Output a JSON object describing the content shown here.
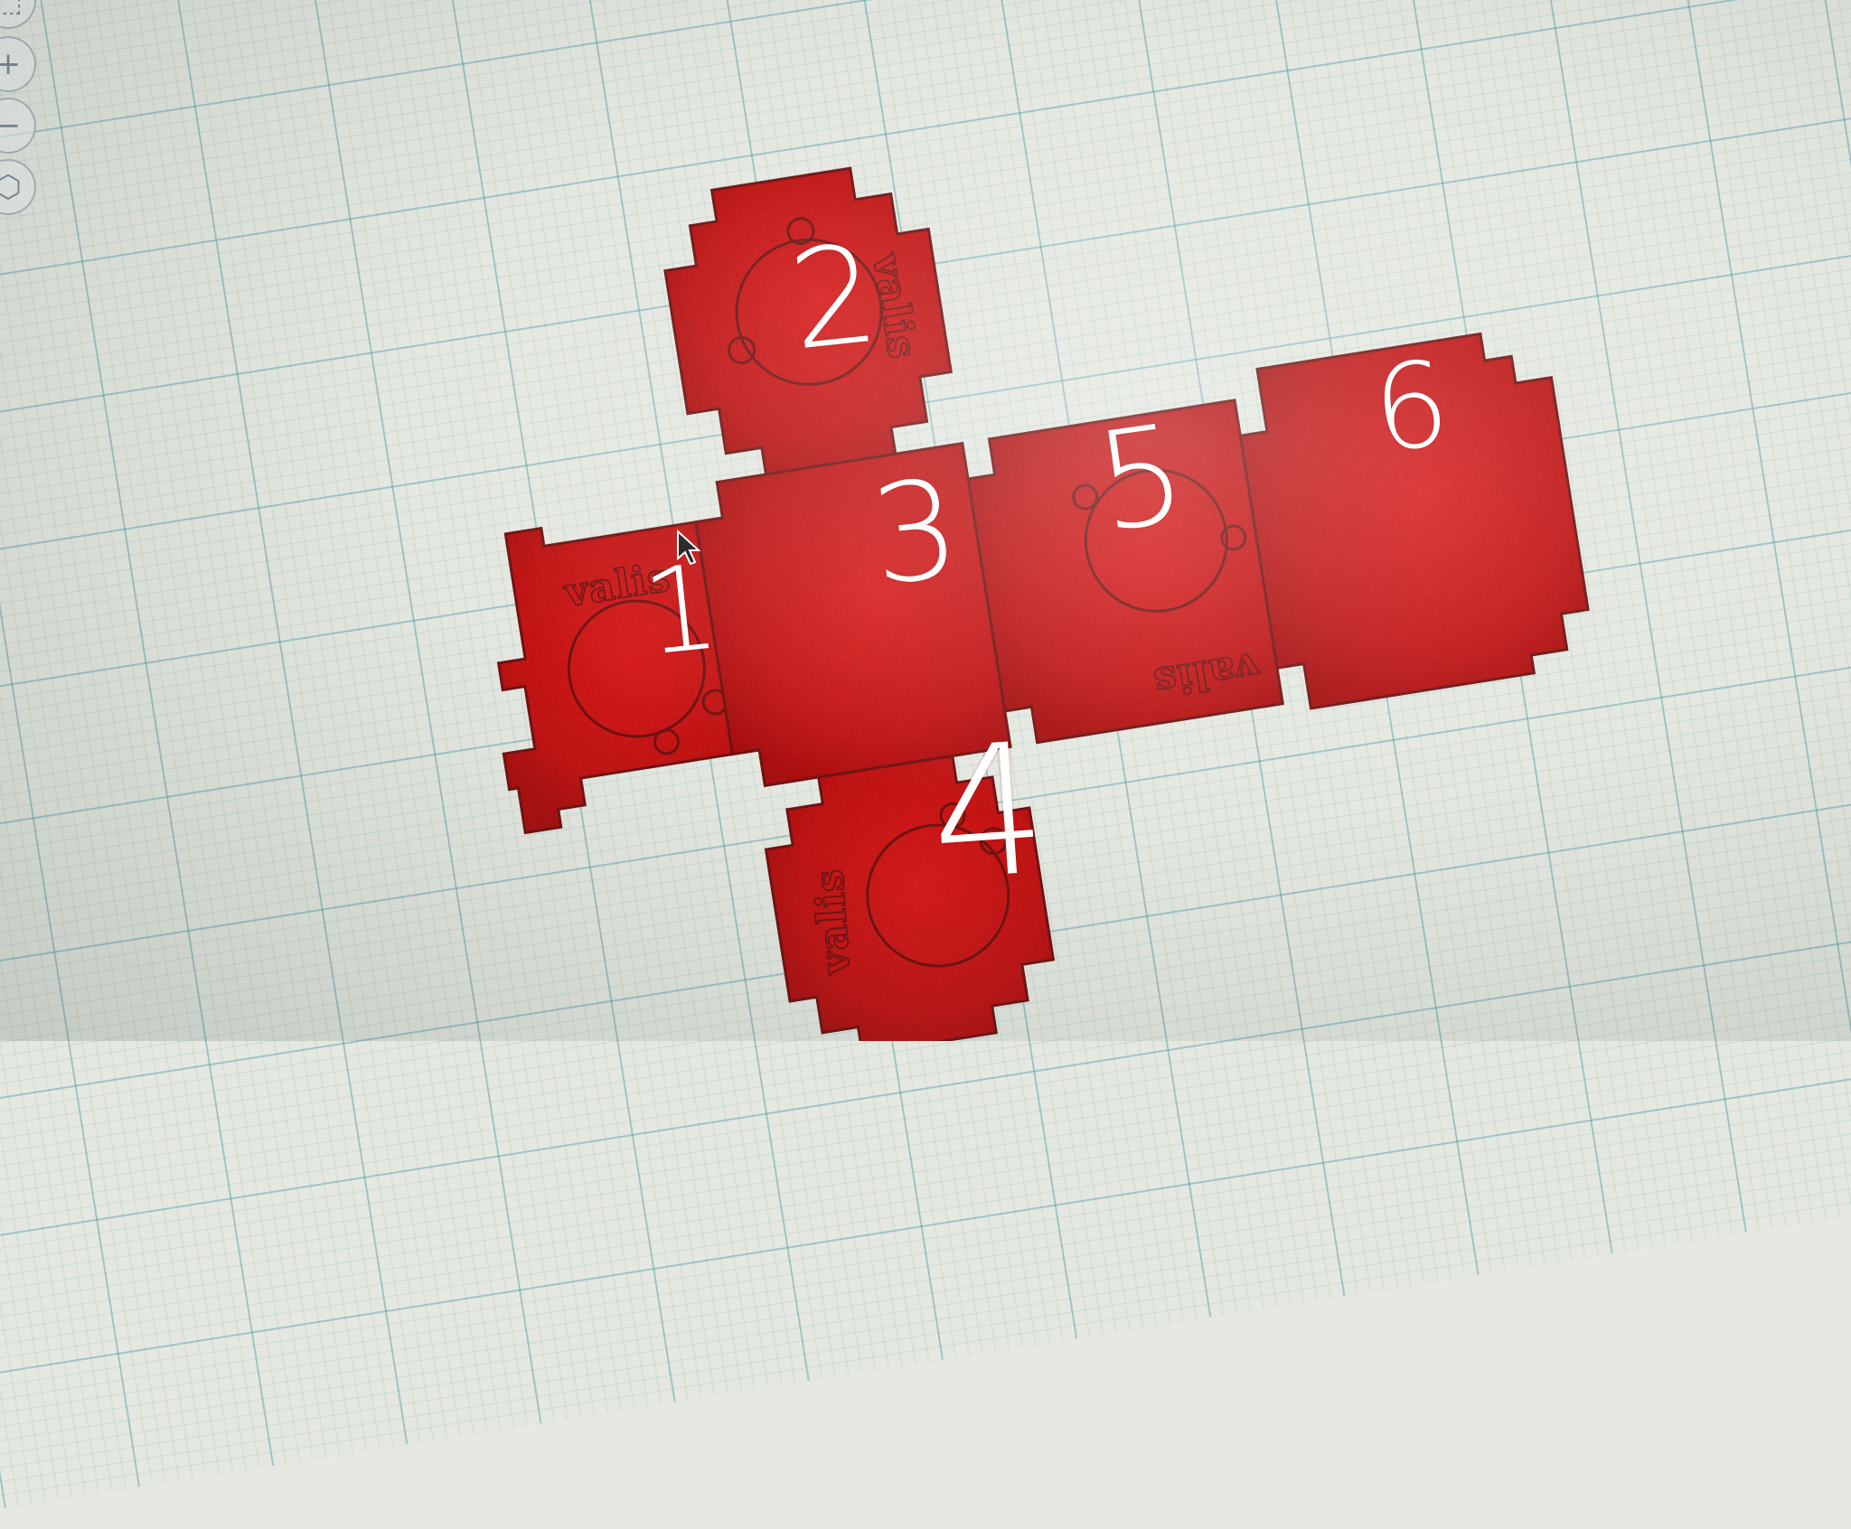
{
  "colors": {
    "workplane": "#e4e8e0",
    "grid_line": "#4696a0",
    "shape_fill": "#c81414",
    "shape_outline": "#6e1212",
    "label": "#ffffff"
  },
  "nav_controls": [
    {
      "icon": "fit-view-icon",
      "glyph": "⬚"
    },
    {
      "icon": "zoom-in-icon",
      "glyph": "+"
    },
    {
      "icon": "zoom-out-icon",
      "glyph": "−"
    },
    {
      "icon": "home-view-icon",
      "glyph": "⬡"
    }
  ],
  "faces": [
    {
      "id": "face-1",
      "label": "1",
      "logo": "valis"
    },
    {
      "id": "face-2",
      "label": "2",
      "logo": "valis"
    },
    {
      "id": "face-3",
      "label": "3",
      "logo": ""
    },
    {
      "id": "face-4",
      "label": "4",
      "logo": "valis"
    },
    {
      "id": "face-5",
      "label": "5",
      "logo": "valis"
    },
    {
      "id": "face-6",
      "label": "6",
      "logo": ""
    }
  ]
}
